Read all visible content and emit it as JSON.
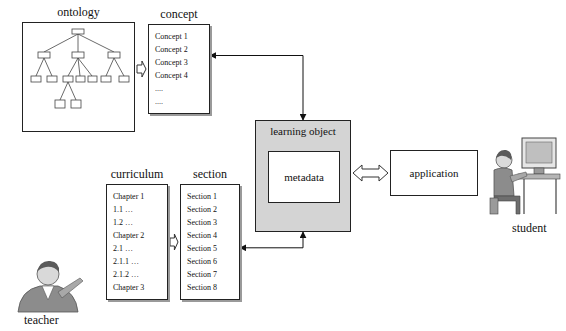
{
  "diagram": {
    "nodes": [
      {
        "text": [
          "ontology"
        ]
      },
      {
        "text": [
          "concept",
          "Concept 1",
          "Concept 2",
          "Concept 3",
          "Concept 4",
          "....",
          "...."
        ]
      },
      {
        "text": [
          "learning object"
        ]
      },
      {
        "text": [
          "metadata"
        ],
        "in": 2
      },
      {
        "text": [
          "application"
        ]
      },
      {
        "text": [
          "curriculum",
          "Chapter 1",
          "1.1 …",
          "1.2 …",
          "Chapter 2",
          "2.1 …",
          "2.1.1 …",
          "2.1.2 …",
          "Chapter 3"
        ]
      },
      {
        "text": [
          "section",
          "Section 1",
          "Section 2",
          "Section 3",
          "Section 4",
          "Section 5",
          "Section 6",
          "Section 7",
          "Section 8"
        ]
      }
    ],
    "edges": [
      {
        "from": 0,
        "to": 1,
        "arrow": "to"
      },
      {
        "from": 1,
        "to": 2,
        "arrow": "both"
      },
      {
        "from": 6,
        "to": 2,
        "arrow": "both"
      },
      {
        "from": 2,
        "to": 4,
        "arrow": "both"
      },
      {
        "from": 5,
        "to": 6,
        "arrow": "to"
      }
    ],
    "labels": [
      "teacher",
      "student"
    ]
  }
}
